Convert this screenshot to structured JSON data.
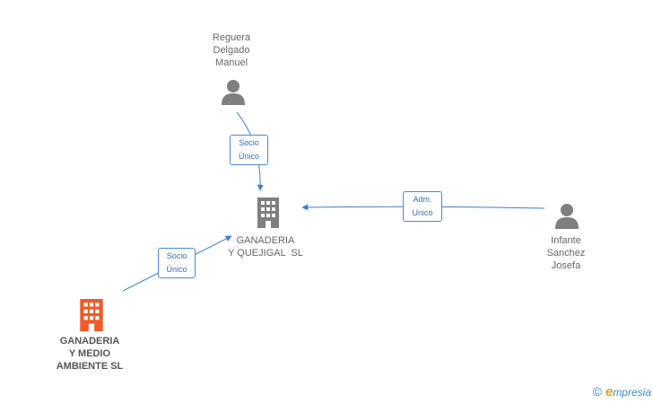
{
  "nodes": {
    "reguera": {
      "label_lines": [
        "Reguera",
        "Delgado",
        "Manuel"
      ],
      "kind": "person",
      "color": "#7f7f7f"
    },
    "ganaderia_quejigal": {
      "label_lines": [
        "GANADERIA",
        "Y QUEJIGAL  SL"
      ],
      "kind": "company",
      "color": "#7f7f7f"
    },
    "infante": {
      "label_lines": [
        "Infante",
        "Sanchez",
        "Josefa"
      ],
      "kind": "person",
      "color": "#7f7f7f"
    },
    "ganaderia_medio": {
      "label_lines": [
        "GANADERIA",
        "Y MEDIO",
        "AMBIENTE SL"
      ],
      "kind": "company",
      "color": "#f05a28"
    }
  },
  "edges": {
    "reguera_to_quejigal": {
      "label_lines": [
        "Socio",
        "Único"
      ]
    },
    "infante_to_quejigal": {
      "label_lines": [
        "Adm.",
        "Unico"
      ]
    },
    "medio_to_quejigal": {
      "label_lines": [
        "Socio",
        "Único"
      ]
    }
  },
  "colors": {
    "edge": "#3d7fd4",
    "badge_text": "#2f6fc4"
  },
  "watermark": {
    "copyright": "©",
    "brand_initial": "e",
    "brand_rest": "mpresia"
  }
}
